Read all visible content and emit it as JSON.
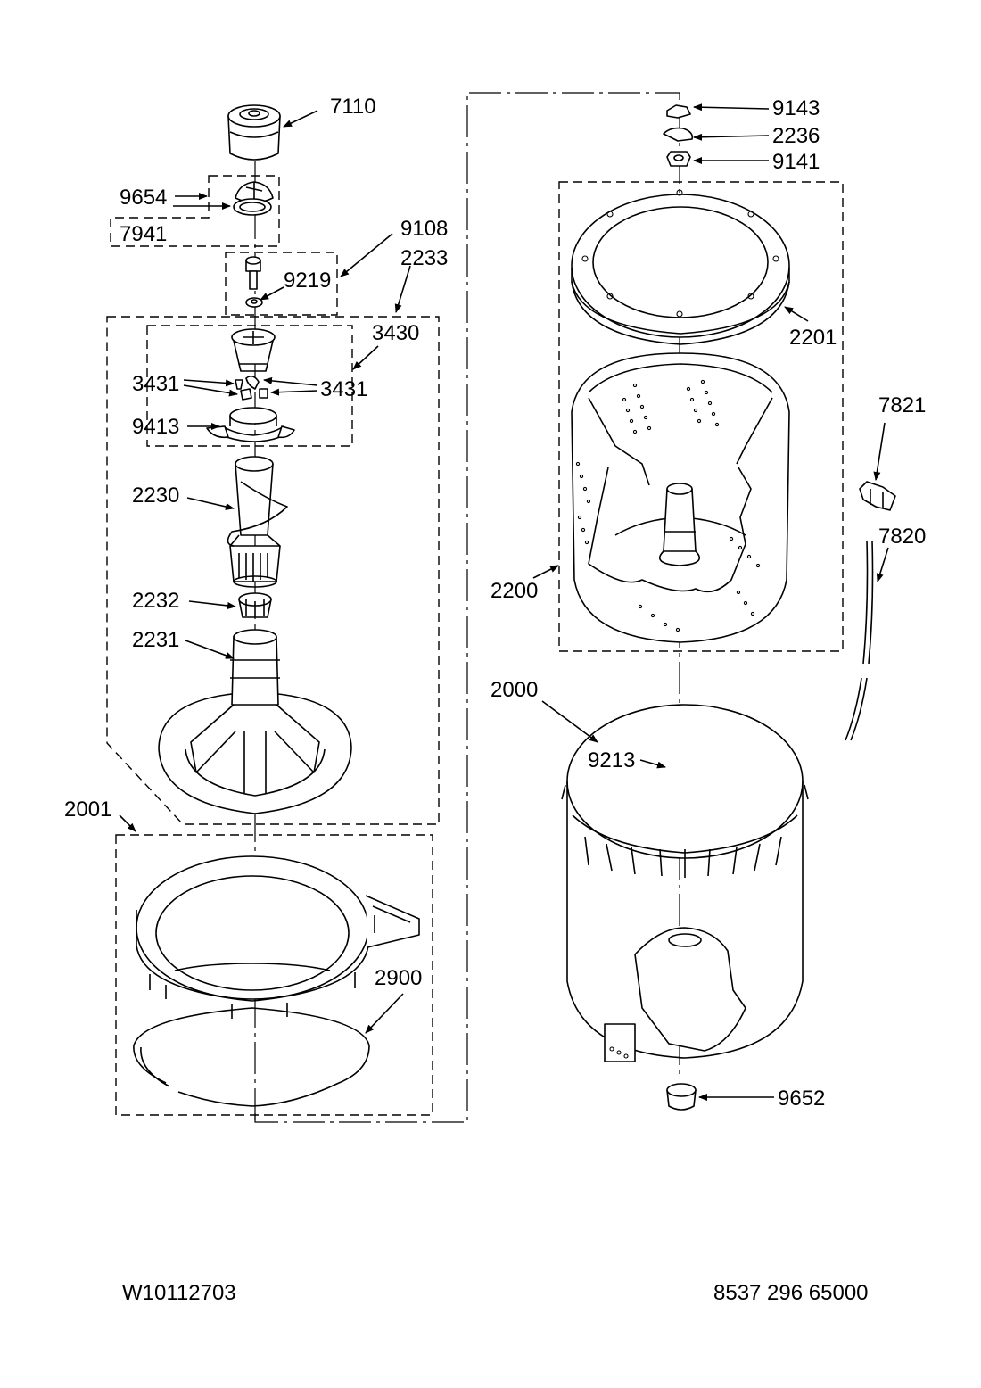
{
  "callouts": {
    "c7110": "7110",
    "c9654": "9654",
    "c7941": "7941",
    "c9108": "9108",
    "c2233": "2233",
    "c9219": "9219",
    "c3430": "3430",
    "c3431a": "3431",
    "c3431b": "3431",
    "c9413": "9413",
    "c2230": "2230",
    "c2232": "2232",
    "c2231": "2231",
    "c2001": "2001",
    "c2900": "2900",
    "c9143": "9143",
    "c2236": "2236",
    "c9141": "9141",
    "c2201": "2201",
    "c2200": "2200",
    "c2000": "2000",
    "c9213": "9213",
    "c9652": "9652",
    "c7821": "7821",
    "c7820": "7820"
  },
  "footer": {
    "left_code": "W10112703",
    "right_code": "8537 296 65000"
  }
}
